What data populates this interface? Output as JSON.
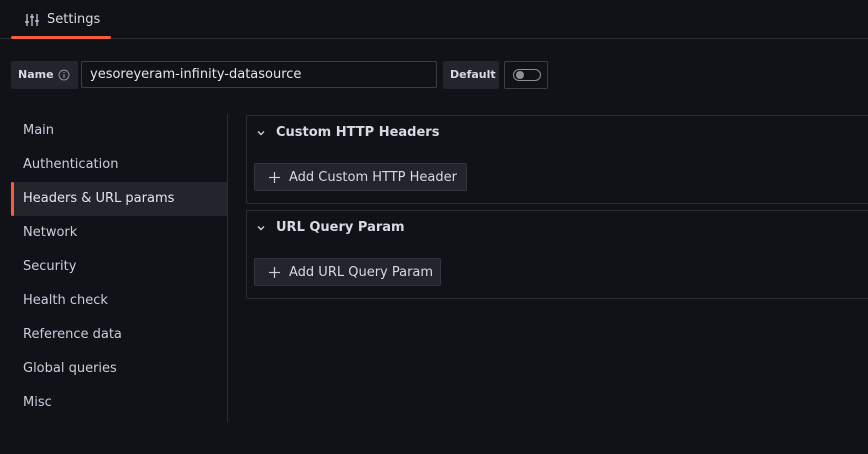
{
  "tabs": [
    {
      "label": "Settings",
      "icon": "sliders-icon",
      "active": true
    }
  ],
  "name_field": {
    "label": "Name",
    "value": "yesoreyeram-infinity-datasource"
  },
  "default_field": {
    "label": "Default",
    "enabled": false
  },
  "sidebar": {
    "items": [
      {
        "label": "Main"
      },
      {
        "label": "Authentication"
      },
      {
        "label": "Headers & URL params",
        "active": true
      },
      {
        "label": "Network"
      },
      {
        "label": "Security"
      },
      {
        "label": "Health check"
      },
      {
        "label": "Reference data"
      },
      {
        "label": "Global queries"
      },
      {
        "label": "Misc"
      }
    ]
  },
  "sections": [
    {
      "title": "Custom HTTP Headers",
      "expanded": true,
      "button_label": "Add Custom HTTP Header"
    },
    {
      "title": "URL Query Param",
      "expanded": true,
      "button_label": "Add URL Query Param"
    }
  ],
  "colors": {
    "accent": "#f55f3e",
    "background": "#111217",
    "panel": "#22252b",
    "border": "#2a2c33"
  }
}
